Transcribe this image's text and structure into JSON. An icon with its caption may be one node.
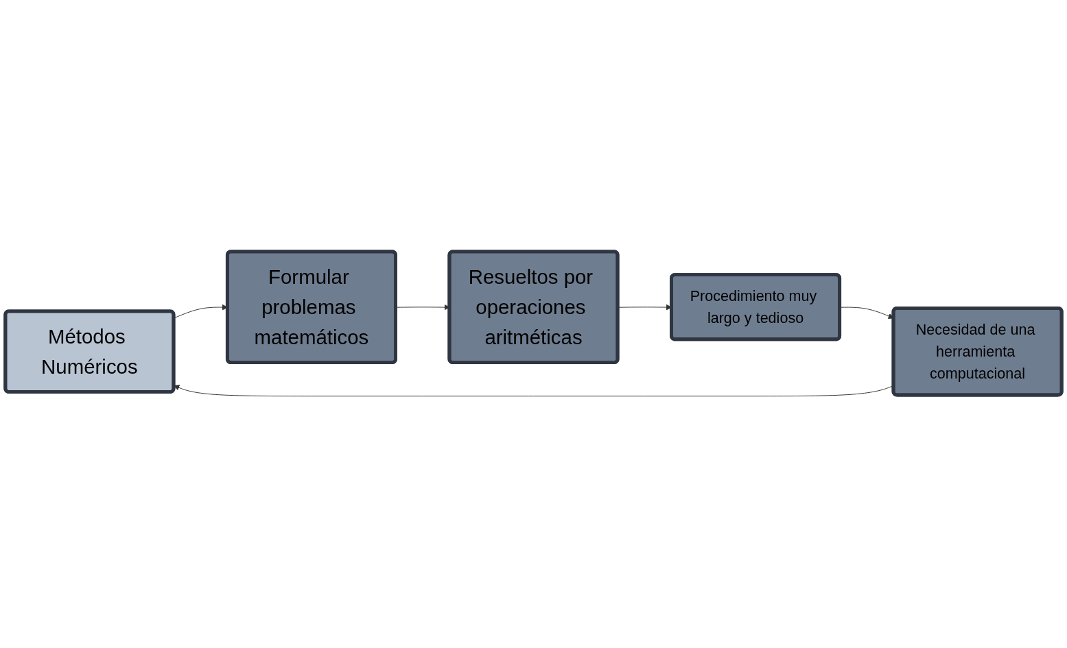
{
  "diagram": {
    "nodes": [
      {
        "text": [
          "Métodos Numéricos"
        ]
      },
      {
        "text": [
          "Formular problemas matemáticos"
        ]
      },
      {
        "text": [
          "Resueltos por operaciones aritméticas"
        ]
      },
      {
        "text": [
          "Procedimiento muy largo y tedioso"
        ]
      },
      {
        "text": [
          "Necesidad de una herramienta computacional"
        ]
      }
    ],
    "edges": [
      {
        "from": 0,
        "to": 1,
        "arrow": "to"
      },
      {
        "from": 1,
        "to": 2,
        "arrow": "to"
      },
      {
        "from": 2,
        "to": 3,
        "arrow": "to"
      },
      {
        "from": 3,
        "to": 4,
        "arrow": "to"
      },
      {
        "from": 4,
        "to": 0,
        "arrow": "to"
      }
    ]
  }
}
